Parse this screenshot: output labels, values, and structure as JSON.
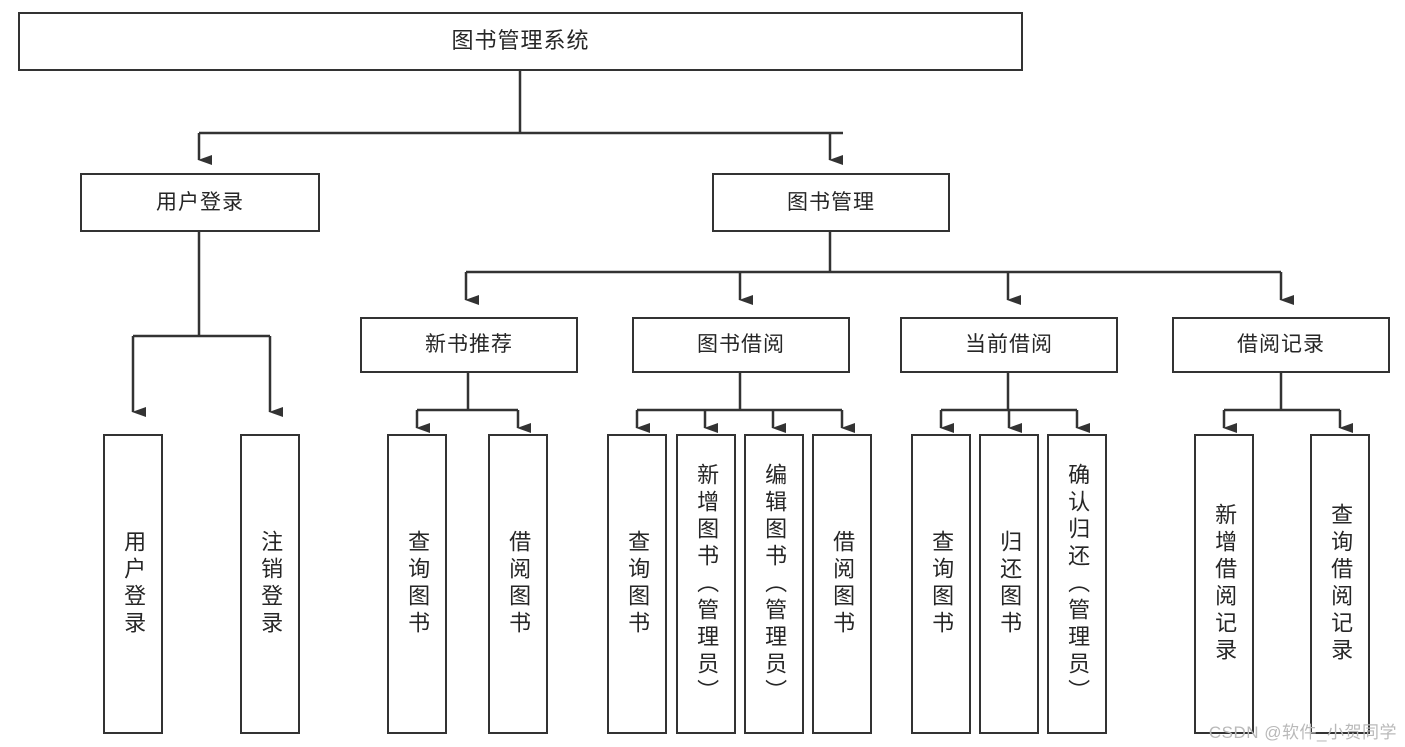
{
  "diagram": {
    "title": "图书管理系统",
    "type": "tree",
    "watermark": "CSDN @软件_小贺同学",
    "colors": {
      "border": "#333333",
      "text": "#262626",
      "line": "#333333",
      "background": "#ffffff",
      "watermark": "#b9b9b9"
    },
    "nodes": {
      "root": {
        "label": "图书管理系统"
      },
      "level2": [
        {
          "id": "user-login",
          "label": "用户登录"
        },
        {
          "id": "book-manage",
          "label": "图书管理"
        }
      ],
      "level3": [
        {
          "id": "new-book-rec",
          "label": "新书推荐"
        },
        {
          "id": "book-borrow",
          "label": "图书借阅"
        },
        {
          "id": "current-borrow",
          "label": "当前借阅"
        },
        {
          "id": "borrow-record",
          "label": "借阅记录"
        }
      ],
      "leaves": {
        "user_login": [
          {
            "id": "leaf-user-login",
            "label": "用户登录"
          },
          {
            "id": "leaf-logout",
            "label": "注销登录"
          }
        ],
        "new_book_rec": [
          {
            "id": "leaf-query-book-1",
            "label": "查询图书"
          },
          {
            "id": "leaf-borrow-book-1",
            "label": "借阅图书"
          }
        ],
        "book_borrow": [
          {
            "id": "leaf-query-book-2",
            "label": "查询图书"
          },
          {
            "id": "leaf-add-book",
            "label": "新增图书（管理员）"
          },
          {
            "id": "leaf-edit-book",
            "label": "编辑图书（管理员）"
          },
          {
            "id": "leaf-borrow-book-2",
            "label": "借阅图书"
          }
        ],
        "current_borrow": [
          {
            "id": "leaf-query-book-3",
            "label": "查询图书"
          },
          {
            "id": "leaf-return-book",
            "label": "归还图书"
          },
          {
            "id": "leaf-confirm-return",
            "label": "确认归还（管理员）"
          }
        ],
        "borrow_record": [
          {
            "id": "leaf-add-record",
            "label": "新增借阅记录"
          },
          {
            "id": "leaf-query-record",
            "label": "查询借阅记录"
          }
        ]
      }
    }
  }
}
